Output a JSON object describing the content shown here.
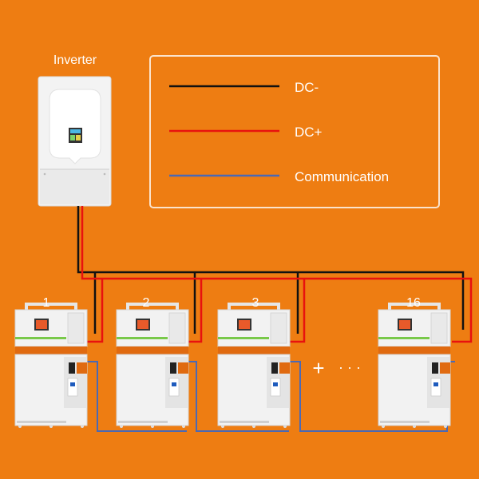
{
  "colors": {
    "background": "#ee7d12",
    "dc_minus": "#111111",
    "dc_plus": "#e8120e",
    "communication": "#4a69b5",
    "device_body": "#f2f2f2",
    "accent_orange": "#e06a10"
  },
  "inverter": {
    "label": "Inverter",
    "icon": "inverter-icon"
  },
  "legend": {
    "items": [
      {
        "label": "DC-",
        "color": "#111111"
      },
      {
        "label": "DC+",
        "color": "#e8120e"
      },
      {
        "label": "Communication",
        "color": "#4a69b5"
      }
    ]
  },
  "batteries": [
    {
      "label": "1"
    },
    {
      "label": "2"
    },
    {
      "label": "3"
    },
    {
      "label": "16"
    }
  ],
  "ellipsis": {
    "plus": "+",
    "dots": "· · ·"
  }
}
